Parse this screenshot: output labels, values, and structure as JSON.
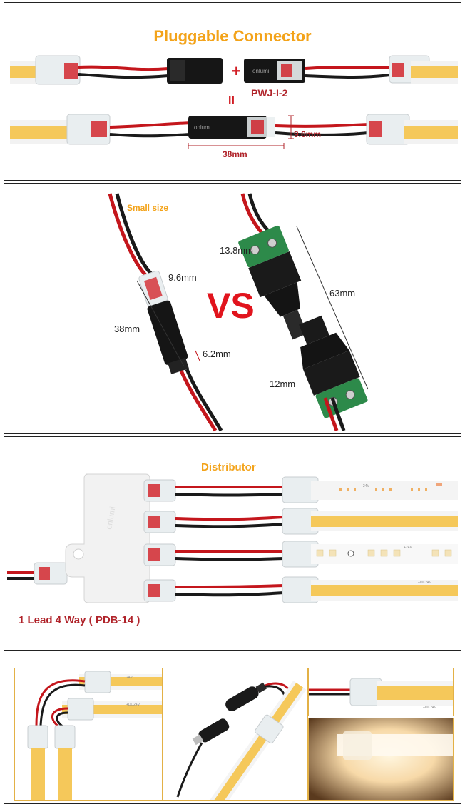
{
  "panel1": {
    "title": "Pluggable Connector",
    "plus": "+",
    "equals": "II",
    "model": "PWJ-I-2",
    "height_dim": "9.6mm",
    "length_dim": "38mm",
    "brand": "onlumi"
  },
  "panel2": {
    "small_size": "Small size",
    "vs": "VS",
    "left_width": "9.6mm",
    "left_length": "38mm",
    "left_thickness": "6.2mm",
    "right_width": "13.8mm",
    "right_length": "63mm",
    "right_bottom": "12mm"
  },
  "panel3": {
    "title": "Distributor",
    "caption": "1 Lead 4 Way ( PDB-14 )",
    "brand": "onlumi",
    "strip1_marking": "+24V",
    "strip3_marking": "+24V",
    "strip4_marking": "+DC24V"
  },
  "panel4": {
    "marking_a": "24V",
    "marking_b": "+DC24V"
  },
  "colors": {
    "accent_orange": "#f3a31a",
    "accent_red": "#b0232a",
    "cob_yellow": "#f5c85a",
    "wire_red": "#c4161c",
    "wire_black": "#1a1a1a"
  }
}
